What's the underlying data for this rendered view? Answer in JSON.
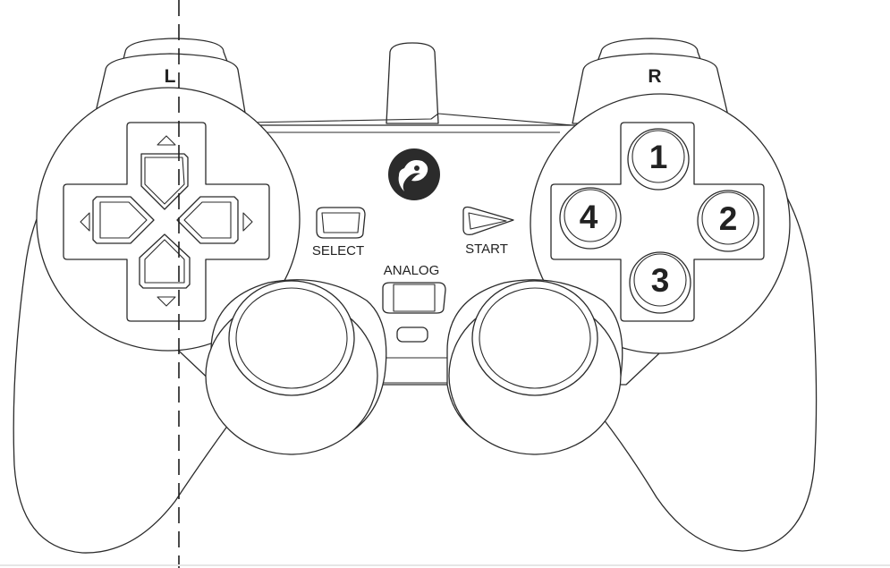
{
  "labels": {
    "shoulder_left": "L",
    "shoulder_right": "R",
    "select": "SELECT",
    "start": "START",
    "analog": "ANALOG"
  },
  "face_buttons": {
    "top": "1",
    "right": "2",
    "bottom": "3",
    "left": "4"
  },
  "colors": {
    "line": "#2b2b2b",
    "fill": "#ffffff",
    "background": "#ffffff"
  },
  "icons": {
    "logo": "brand-logo-icon",
    "dpad_arrows": [
      "arrow-up-icon",
      "arrow-down-icon",
      "arrow-left-icon",
      "arrow-right-icon"
    ]
  }
}
